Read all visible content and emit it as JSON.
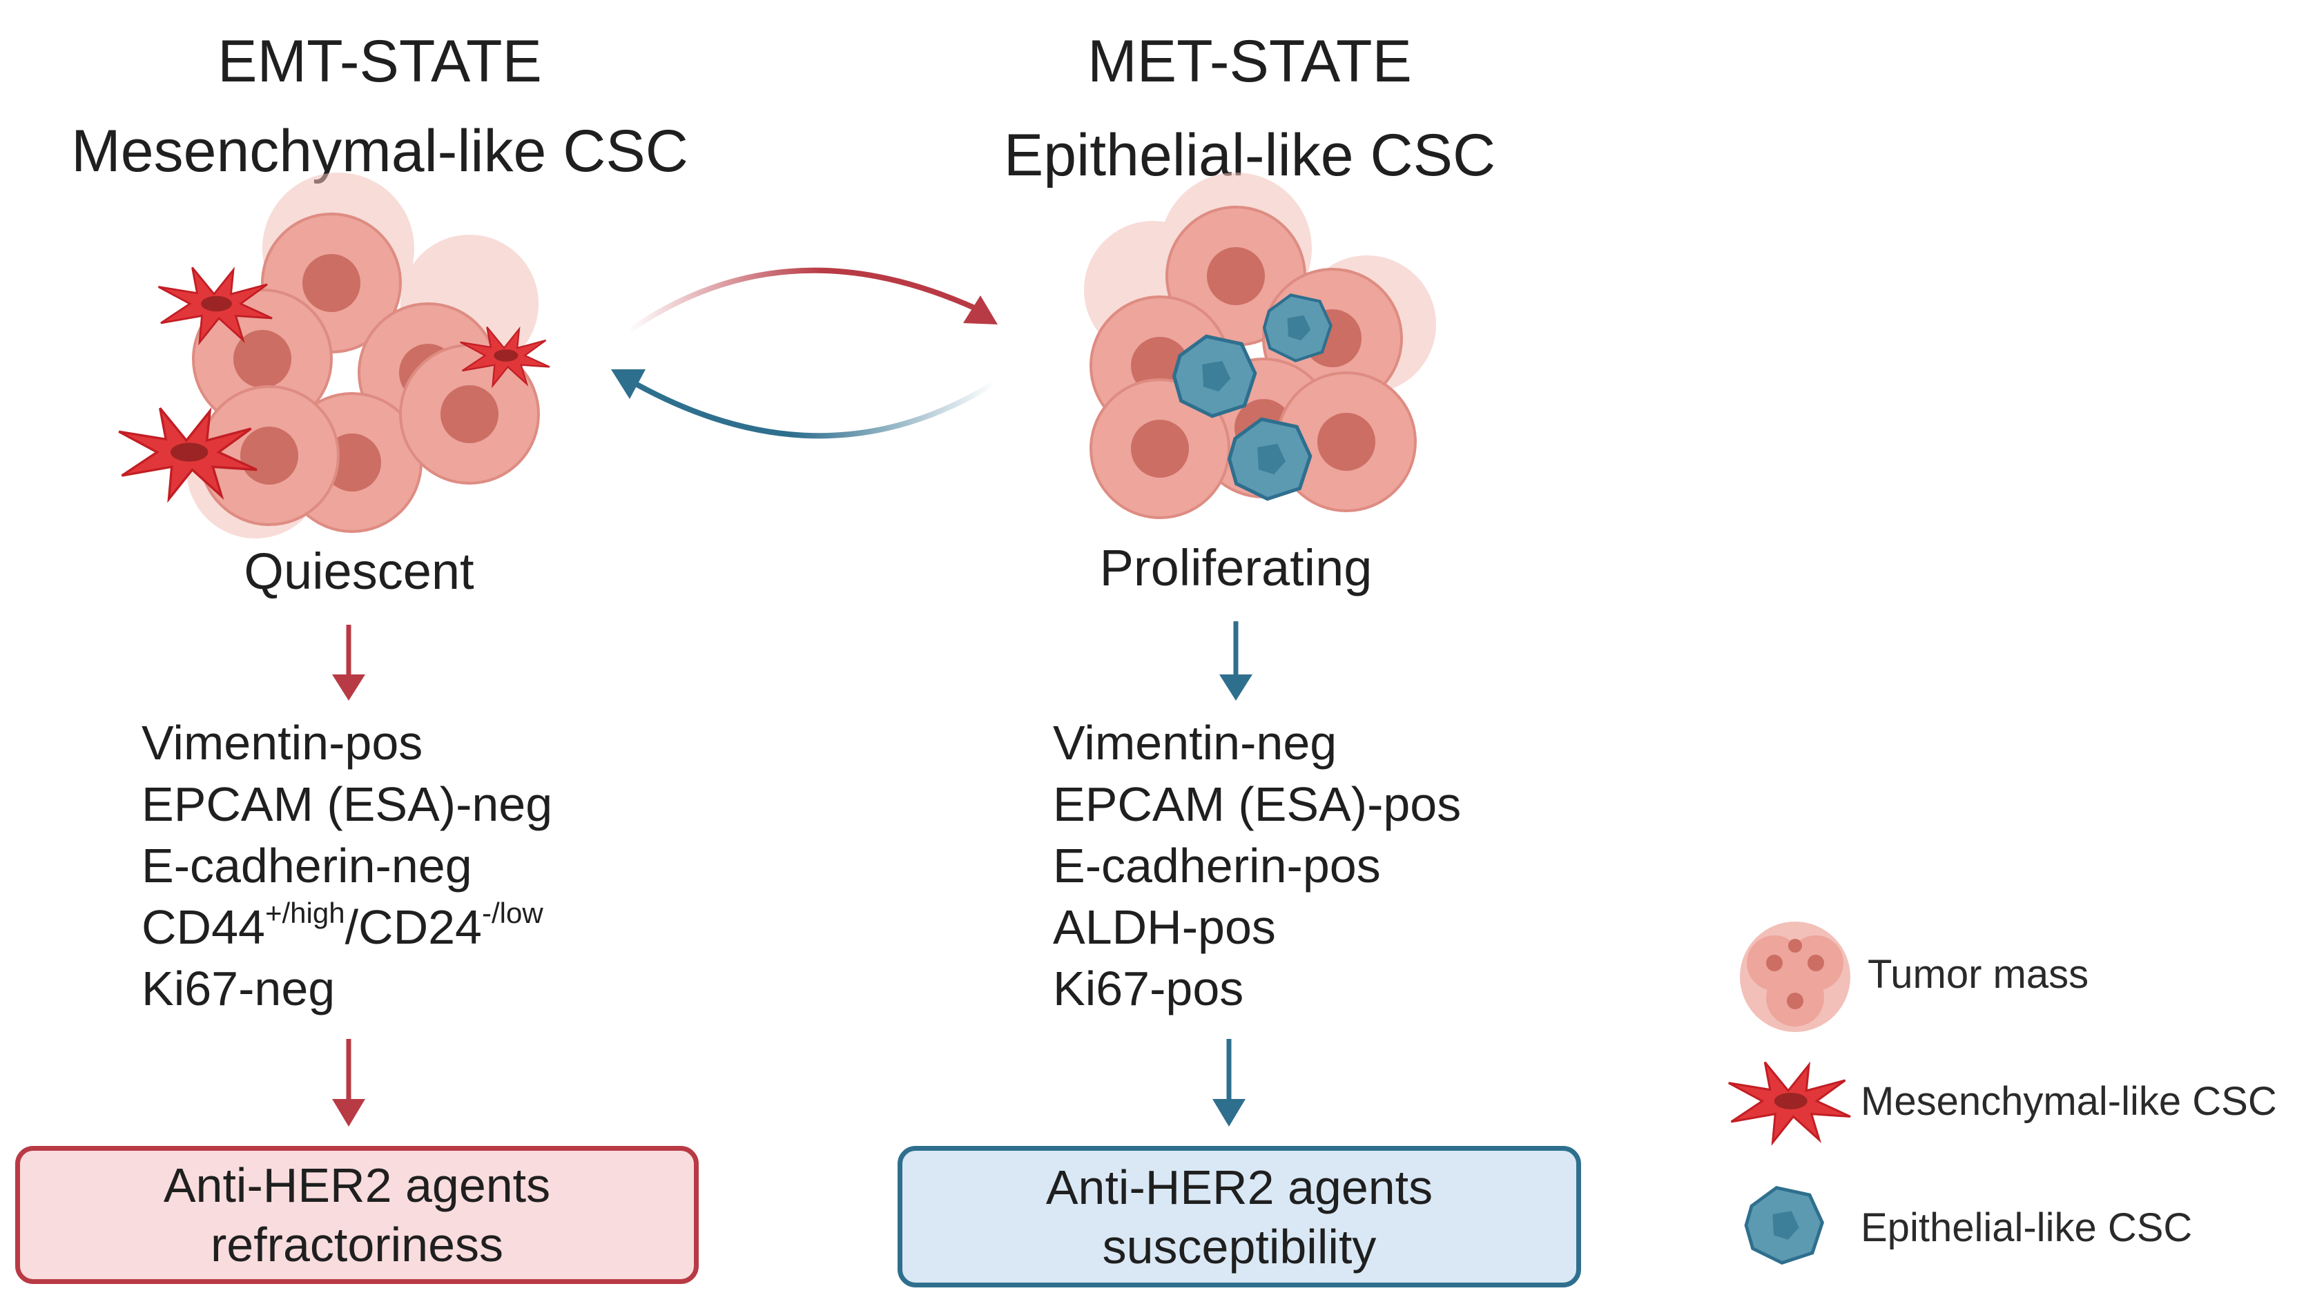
{
  "emt": {
    "heading": "EMT-STATE",
    "subheading": "Mesenchymal-like CSC",
    "state": "Quiescent",
    "markers": {
      "m1": "Vimentin-pos",
      "m2": "EPCAM (ESA)-neg",
      "m3": "E-cadherin-neg",
      "m4_a": "CD44",
      "m4_a_sup": "+/high",
      "m4_b": "/CD24",
      "m4_b_sup": "-/low",
      "m5": "Ki67-neg"
    },
    "outcome_line1": "Anti-HER2 agents",
    "outcome_line2": "refractoriness",
    "color": "#b83a45"
  },
  "met": {
    "heading": "MET-STATE",
    "subheading": "Epithelial-like CSC",
    "state": "Proliferating",
    "markers": {
      "m1": "Vimentin-neg",
      "m2": "EPCAM (ESA)-pos",
      "m3": "E-cadherin-pos",
      "m4": "ALDH-pos",
      "m5": "Ki67-pos"
    },
    "outcome_line1": "Anti-HER2 agents",
    "outcome_line2": "susceptibility",
    "color": "#2f6f8e"
  },
  "legend": {
    "tumor": "Tumor mass",
    "mesenchymal": "Mesenchymal-like CSC",
    "epithelial": "Epithelial-like CSC"
  },
  "colors": {
    "tumor_fill": "#eaa199",
    "tumor_nucleus": "#c9685d",
    "mesenchymal_cell": "#e2373a",
    "epithelial_cell": "#4e8fa7"
  }
}
